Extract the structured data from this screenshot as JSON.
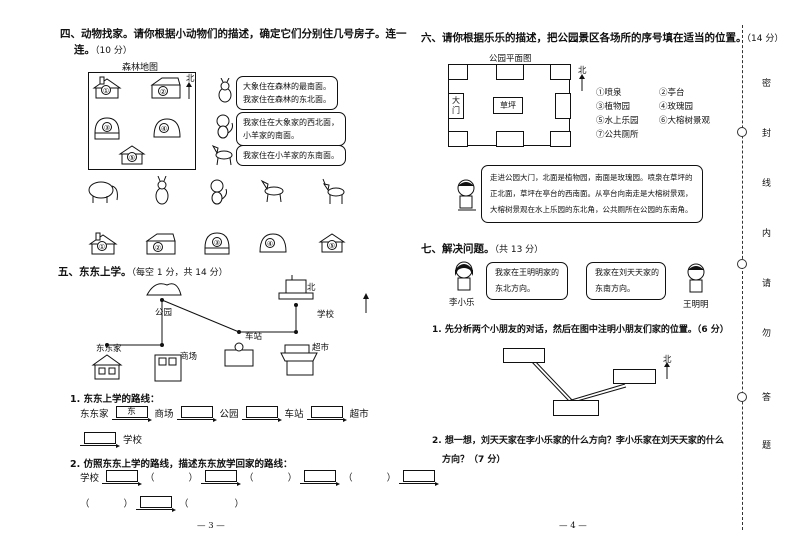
{
  "left_page": {
    "q4": {
      "title": "四、动物找家。请你根据小动物们的描述，确定它们分别住几号房子。连一",
      "title_cont": "连。",
      "points": "（10 分）",
      "map_title": "森林地图",
      "north": "北",
      "houses": [
        "①",
        "②",
        "③",
        "④",
        "⑤"
      ],
      "bubbles": [
        {
          "line1": "大象住在森林的最南面。",
          "line2": "我家住在森林的东北面。"
        },
        {
          "line1": "我家住在大象家的西北面，",
          "line2": "小羊家的南面。"
        },
        {
          "line1": "我家住在小羊家的东南面。",
          "line2": ""
        }
      ],
      "animals": [
        "elephant",
        "rabbit",
        "monkey",
        "horse",
        "goat"
      ]
    },
    "q5": {
      "title": "五、东东上学。",
      "points": "（每空 1 分，共 14 分）",
      "north": "北",
      "places": {
        "home": "东东家",
        "mall": "商场",
        "park": "公园",
        "station": "车站",
        "market": "超市",
        "school": "学校"
      },
      "sub1": {
        "title": "1. 东东上学的路线：",
        "route": [
          "东东家",
          "商场",
          "公园",
          "车站",
          "超市"
        ],
        "filled": "东",
        "end": "学校"
      },
      "sub2": {
        "title": "2. 仿照东东上学的路线，描述东东放学回家的路线：",
        "start": "学校",
        "paren_open": "（",
        "paren_close": "）"
      }
    },
    "page_number": "— 3 —"
  },
  "right_page": {
    "q6": {
      "title": "六、请你根据乐乐的描述，把公园景区各场所的序号填在适当的位置。",
      "points": "（14 分）",
      "map_title": "公园平面图",
      "gate": "大门",
      "lawn": "草坪",
      "north": "北",
      "legend": [
        "①喷泉",
        "②亭台",
        "③植物园",
        "④玫瑰园",
        "⑤水上乐园",
        "⑥大榕树景观",
        "⑦公共厕所"
      ],
      "speech": [
        "走进公园大门，北面是植物园，南面是玫瑰园。喷泉在草坪的",
        "正北面，草坪在亭台的西南面。从亭台向南走是大榕树景观，",
        "大榕树景观在水上乐园的东北角，公共厕所在公园的东南角。"
      ]
    },
    "q7": {
      "title": "七、解决问题。",
      "points": "（共 13 分）",
      "kid_left": "李小乐",
      "kid_right": "王明明",
      "bubble_left": [
        "我家在王明明家的",
        "东北方向。"
      ],
      "bubble_right": [
        "我家在刘天天家的",
        "东南方向。"
      ],
      "sub1": "1. 先分析两个小朋友的对话，然后在图中注明小朋友们家的位置。（6 分）",
      "north": "北",
      "sub2_line1": "2. 想一想，刘天天家在李小乐家的什么方向？李小乐家在刘天天家的什么",
      "sub2_line2": "方向？（7 分）"
    },
    "page_number": "— 4 —"
  },
  "binding_margin": [
    "密",
    "封",
    "线",
    "内",
    "请",
    "勿",
    "答",
    "题"
  ]
}
